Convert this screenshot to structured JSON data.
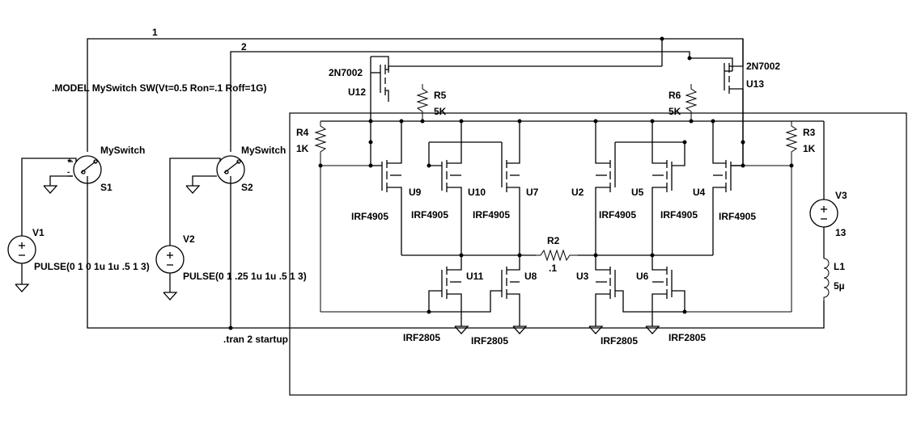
{
  "nets": {
    "n1": "1",
    "n2": "2"
  },
  "directives": {
    "model": ".MODEL MySwitch SW(Vt=0.5 Ron=.1 Roff=1G)",
    "tran": ".tran 2 startup"
  },
  "sources": {
    "v1": {
      "name": "V1",
      "value": "PULSE(0 1 0 1u 1u .5 1 3)"
    },
    "v2": {
      "name": "V2",
      "value": "PULSE(0 1 .25 1u 1u .5 1 3)"
    },
    "v3": {
      "name": "V3",
      "value": "13"
    }
  },
  "switches": {
    "s1": {
      "name": "S1",
      "model": "MySwitch"
    },
    "s2": {
      "name": "S2",
      "model": "MySwitch"
    }
  },
  "resistors": {
    "r2": {
      "name": "R2",
      "value": ".1"
    },
    "r3": {
      "name": "R3",
      "value": "1K"
    },
    "r4": {
      "name": "R4",
      "value": "1K"
    },
    "r5": {
      "name": "R5",
      "value": "5K"
    },
    "r6": {
      "name": "R6",
      "value": "5K"
    }
  },
  "inductor": {
    "name": "L1",
    "value": "5µ"
  },
  "small_fets": {
    "u12": {
      "name": "U12",
      "model": "2N7002"
    },
    "u13": {
      "name": "U13",
      "model": "2N7002"
    }
  },
  "pmos": {
    "u9": {
      "name": "U9",
      "model": "IRF4905"
    },
    "u10": {
      "name": "U10",
      "model": "IRF4905"
    },
    "u7": {
      "name": "U7",
      "model": "IRF4905"
    },
    "u2": {
      "name": "U2",
      "model": "IRF4905"
    },
    "u5": {
      "name": "U5",
      "model": "IRF4905"
    },
    "u4": {
      "name": "U4",
      "model": "IRF4905"
    }
  },
  "nmos": {
    "u11": {
      "name": "U11",
      "model": "IRF2805"
    },
    "u8": {
      "name": "U8",
      "model": "IRF2805"
    },
    "u3": {
      "name": "U3",
      "model": "IRF2805"
    },
    "u6": {
      "name": "U6",
      "model": "IRF2805"
    }
  }
}
